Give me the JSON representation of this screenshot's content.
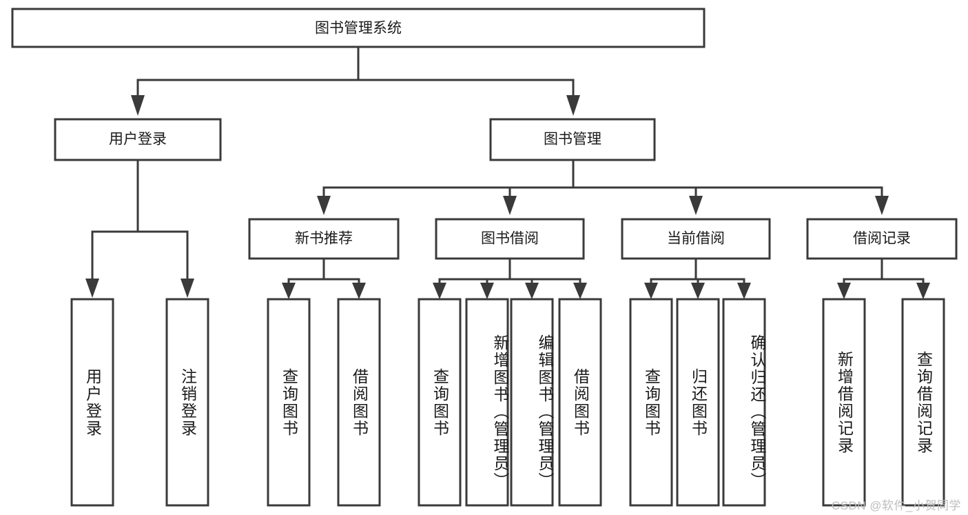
{
  "diagram": {
    "title": "图书管理系统",
    "type": "functional-decomposition-tree",
    "root": {
      "id": "root",
      "label": "图书管理系统"
    },
    "level2": [
      {
        "id": "user-login",
        "label": "用户登录"
      },
      {
        "id": "book-management",
        "label": "图书管理"
      }
    ],
    "level3": [
      {
        "id": "new-book-recommend",
        "label": "新书推荐",
        "parent": "book-management"
      },
      {
        "id": "book-borrow",
        "label": "图书借阅",
        "parent": "book-management"
      },
      {
        "id": "current-borrow",
        "label": "当前借阅",
        "parent": "book-management"
      },
      {
        "id": "borrow-record",
        "label": "借阅记录",
        "parent": "book-management"
      }
    ],
    "leaves": {
      "user-login": [
        {
          "id": "leaf-user-login",
          "label": "用户登录"
        },
        {
          "id": "leaf-logout-login",
          "label": "注销登录"
        }
      ],
      "new-book-recommend": [
        {
          "id": "leaf-query-book-1",
          "label": "查询图书"
        },
        {
          "id": "leaf-borrow-book-1",
          "label": "借阅图书"
        }
      ],
      "book-borrow": [
        {
          "id": "leaf-query-book-2",
          "label": "查询图书"
        },
        {
          "id": "leaf-add-book",
          "label": "新增图书（管理员）"
        },
        {
          "id": "leaf-edit-book",
          "label": "编辑图书（管理员）"
        },
        {
          "id": "leaf-borrow-book-2",
          "label": "借阅图书"
        }
      ],
      "current-borrow": [
        {
          "id": "leaf-query-book-3",
          "label": "查询图书"
        },
        {
          "id": "leaf-return-book",
          "label": "归还图书"
        },
        {
          "id": "leaf-confirm-return",
          "label": "确认归还（管理员）"
        }
      ],
      "borrow-record": [
        {
          "id": "leaf-add-record",
          "label": "新增借阅记录"
        },
        {
          "id": "leaf-query-record",
          "label": "查询借阅记录"
        }
      ]
    },
    "colors": {
      "stroke": "#3a3a3a",
      "fill": "#ffffff",
      "text": "#1a1a1a",
      "watermark": "#bdbdbd"
    }
  },
  "watermark": {
    "text": "CSDN @软件_小贺同学"
  }
}
